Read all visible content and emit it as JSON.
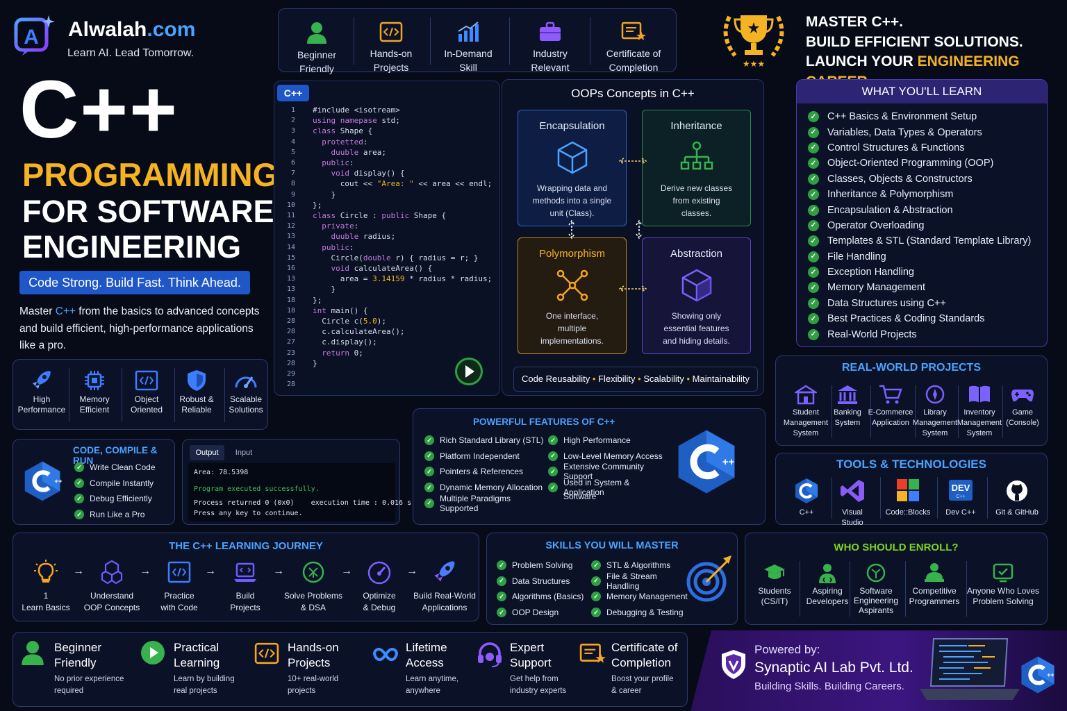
{
  "brand": {
    "name": "Alwalah",
    "domain": ".com",
    "tagline": "Learn AI. Lead Tomorrow."
  },
  "hero": {
    "title": "C++",
    "line1": "PROGRAMMING",
    "line2": "FOR SOFTWARE",
    "line3": "ENGINEERING",
    "slogan": "Code Strong. Build Fast. Think Ahead.",
    "desc_a": "Master ",
    "desc_hl": "C++",
    "desc_b": " from the basics to advanced concepts",
    "desc_c": "and build efficient, high-performance applications",
    "desc_d": "like a pro."
  },
  "top_features": [
    {
      "l1": "Beginner",
      "l2": "Friendly"
    },
    {
      "l1": "Hands-on",
      "l2": "Projects"
    },
    {
      "l1": "In-Demand",
      "l2": "Skill"
    },
    {
      "l1": "Industry",
      "l2": "Relevant"
    },
    {
      "l1": "Certificate of",
      "l2": "Completion"
    }
  ],
  "headline": {
    "l1": "MASTER C++.",
    "l2": "BUILD EFFICIENT SOLUTIONS.",
    "l3a": "LAUNCH YOUR ",
    "l3b": "ENGINEERING CAREER."
  },
  "perf": [
    {
      "l1": "High",
      "l2": "Performance"
    },
    {
      "l1": "Memory",
      "l2": "Efficient"
    },
    {
      "l1": "Object",
      "l2": "Oriented"
    },
    {
      "l1": "Robust &",
      "l2": "Reliable"
    },
    {
      "l1": "Scalable",
      "l2": "Solutions"
    }
  ],
  "editor": {
    "tab": "C++",
    "lines": [
      "1",
      "2",
      "3",
      "4",
      "5",
      "6",
      "7",
      "8",
      "9",
      "10",
      "11",
      "12",
      "13",
      "14",
      "15",
      "16",
      "13",
      "13",
      "18",
      "18",
      "28",
      "28",
      "27",
      "23",
      "28",
      "29",
      "28"
    ],
    "code": [
      "#include <isotream>",
      "using namepase std;",
      "",
      "class Shape {",
      "  protetted:",
      "    duuble area;",
      "  public:",
      "    void display() {",
      "      cout << \"Area: \" << area << endl;",
      "    }",
      "};",
      "",
      "class Circle : public Shape {",
      "  private:",
      "    duuble radius;",
      "  public:",
      "    Circle(double r) { radius = r; }",
      "    void calculateArea() {",
      "      area = 3.14159 * radius * radius;",
      "    }",
      "};",
      "",
      "int main() {",
      "  Circle c(5.0);",
      "  c.calculateArea();",
      "  c.display();",
      "  return 0;",
      "}"
    ]
  },
  "oop": {
    "title": "OOPs Concepts in C++",
    "boxes": [
      {
        "title": "Encapsulation",
        "d1": "Wrapping data and",
        "d2": "methods into a single",
        "d3": "unit (Class)."
      },
      {
        "title": "Inheritance",
        "d1": "Derive new classes",
        "d2": "from existing",
        "d3": "classes."
      },
      {
        "title": "Polymorphism",
        "d1": "One interface,",
        "d2": "multiple",
        "d3": "implementations."
      },
      {
        "title": "Abstraction",
        "d1": "Showing only",
        "d2": "essential features",
        "d3": "and hiding details."
      }
    ],
    "benefits": [
      "Code Reusability",
      "Flexibility",
      "Scalability",
      "Maintainability"
    ]
  },
  "learn": {
    "title": "WHAT YOU'LL LEARN",
    "items": [
      "C++ Basics & Environment Setup",
      "Variables, Data Types & Operators",
      "Control Structures & Functions",
      "Object-Oriented Programming (OOP)",
      "Classes, Objects & Constructors",
      "Inheritance & Polymorphism",
      "Encapsulation & Abstraction",
      "Operator Overloading",
      "Templates & STL (Standard Template Library)",
      "File Handling",
      "Exception Handling",
      "Memory Management",
      "Data Structures using C++",
      "Best Practices & Coding Standards",
      "Real-World Projects"
    ]
  },
  "projects": {
    "title": "REAL-WORLD PROJECTS",
    "items": [
      {
        "l1": "Student",
        "l2": "Management",
        "l3": "System"
      },
      {
        "l1": "Banking",
        "l2": "System",
        "l3": ""
      },
      {
        "l1": "E-Commerce",
        "l2": "Application",
        "l3": ""
      },
      {
        "l1": "Library",
        "l2": "Management",
        "l3": "System"
      },
      {
        "l1": "Inventory",
        "l2": "Management",
        "l3": "System"
      },
      {
        "l1": "Game",
        "l2": "(Console)",
        "l3": ""
      }
    ]
  },
  "tools": {
    "title": "TOOLS & TECHNOLOGIES",
    "items": [
      "C++",
      "Visual Studio",
      "Code::Blocks",
      "Dev C++",
      "Git & GitHub"
    ],
    "dev_badge": "DEV",
    "cpp_badge": "C++"
  },
  "ccr": {
    "title": "CODE, COMPILE & RUN",
    "items": [
      "Write Clean Code",
      "Compile Instantly",
      "Debug Efficiently",
      "Run Like a Pro"
    ]
  },
  "console": {
    "tab_output": "Output",
    "tab_input": "Input",
    "area": "Area: 78.5398",
    "success": "Program executed successfully.",
    "returned": "Process returned 0 (0x0)",
    "exec": "execution time : 0.016 s",
    "press": "Press any key to continue."
  },
  "features": {
    "title": "POWERFUL FEATURES OF C++",
    "left": [
      "Rich Standard Library (STL)",
      "Platform Independent",
      "Pointers & References",
      "Dynamic Memory Allocation",
      "Multiple Paradigms Supported"
    ],
    "right": [
      "High Performance",
      "Low-Level Memory Access",
      "Extensive Community Support",
      "Used in System & Application",
      "Software"
    ]
  },
  "journey": {
    "title": "THE C++ LEARNING JOURNEY",
    "steps": [
      {
        "l1": "1",
        "l2": "Learn Basics"
      },
      {
        "l1": "Understand",
        "l2": "OOP Concepts"
      },
      {
        "l1": "Practice",
        "l2": "with Code"
      },
      {
        "l1": "Build",
        "l2": "Projects"
      },
      {
        "l1": "Solve Problems",
        "l2": "& DSA"
      },
      {
        "l1": "Optimize",
        "l2": "& Debug"
      },
      {
        "l1": "Build Real-World",
        "l2": "Applications"
      }
    ],
    "arrow": "→"
  },
  "skills": {
    "title": "SKILLS YOU WILL MASTER",
    "left": [
      "Problem Solving",
      "Data Structures",
      "Algorithms (Basics)",
      "OOP Design"
    ],
    "right": [
      "STL & Algorithms",
      "File & Stream Handling",
      "Memory Management",
      "Debugging & Testing"
    ]
  },
  "enroll": {
    "title": "WHO SHOULD ENROLL?",
    "items": [
      {
        "l1": "Students",
        "l2": "(CS/IT)",
        "l3": ""
      },
      {
        "l1": "Aspiring",
        "l2": "Developers",
        "l3": ""
      },
      {
        "l1": "Software",
        "l2": "Engineering",
        "l3": "Aspirants"
      },
      {
        "l1": "Competitive",
        "l2": "Programmers",
        "l3": ""
      },
      {
        "l1": "Anyone Who Loves",
        "l2": "Problem Solving",
        "l3": ""
      }
    ]
  },
  "footer": [
    {
      "h1": "Beginner",
      "h2": "Friendly",
      "s1": "No prior experience",
      "s2": "required"
    },
    {
      "h1": "Practical",
      "h2": "Learning",
      "s1": "Learn by building",
      "s2": "real projects"
    },
    {
      "h1": "Hands-on",
      "h2": "Projects",
      "s1": "10+ real-world",
      "s2": "projects"
    },
    {
      "h1": "Lifetime",
      "h2": "Access",
      "s1": "Learn anytime,",
      "s2": "anywhere"
    },
    {
      "h1": "Expert",
      "h2": "Support",
      "s1": "Get help from",
      "s2": "industry experts"
    },
    {
      "h1": "Certificate of",
      "h2": "Completion",
      "s1": "Boost your profile",
      "s2": "& career"
    }
  ],
  "powered": {
    "label": "Powered by:",
    "company": "Synaptic AI Lab Pvt. Ltd.",
    "tagline": "Building Skills. Building Careers."
  },
  "colors": {
    "accent_gold": "#f5b324",
    "accent_blue": "#4aa3ff",
    "check_green": "#2ea043",
    "cpp_blue": "#1f5fc4"
  }
}
